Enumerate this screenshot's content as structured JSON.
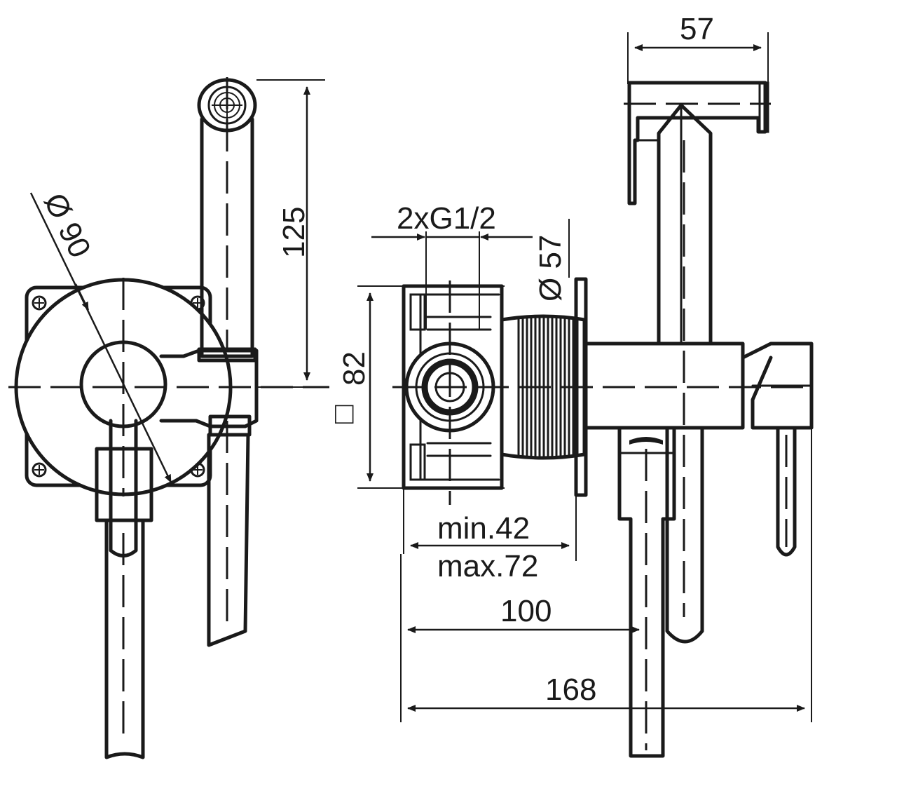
{
  "dimensions": {
    "top_width": "57",
    "handshower_height": "125",
    "flange_diameter": "Ø 90",
    "connections": "2xG1/2",
    "rosette_diameter": "Ø 57",
    "box_size": "82",
    "min_depth": "min.42",
    "max_depth": "max.72",
    "outlet_distance": "100",
    "overall_length": "168"
  },
  "symbols": {
    "square_symbol": "□"
  },
  "colors": {
    "line": "#1a1a1a",
    "background": "#ffffff"
  }
}
